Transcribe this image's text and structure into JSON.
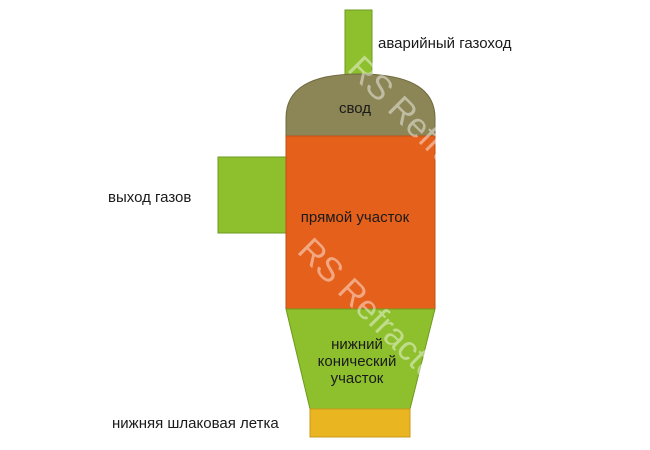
{
  "labels": {
    "emergency_flue": "аварийный газоход",
    "dome": "свод",
    "gas_outlet": "выход газов",
    "straight_section": "прямой участок",
    "lower_conical_section": [
      "нижний",
      "конический",
      "участок"
    ],
    "slag_tap": "нижняя шлаковая летка"
  },
  "watermark": "RS Refractory",
  "colors": {
    "green": "#8dc02c",
    "green_stroke": "#6e9a1f",
    "dome": "#8c8555",
    "dome_stroke": "#6f6a40",
    "orange": "#e5601b",
    "orange_stroke": "#c24e12",
    "yellow": "#e9b520",
    "yellow_stroke": "#c9981a",
    "text": "#1a1a1a"
  }
}
